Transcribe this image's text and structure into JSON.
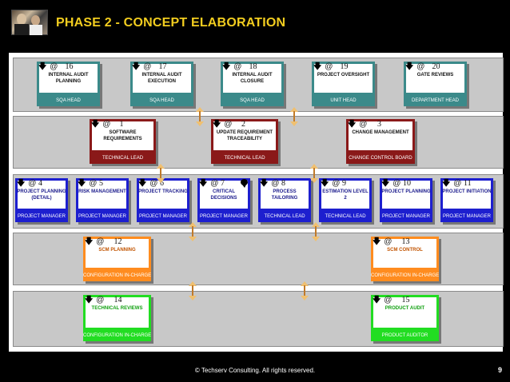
{
  "title": "PHASE 2 - CONCEPT ELABORATION",
  "footer": "© Techserv Consulting.  All rights reserved.",
  "page_number": "9",
  "colors": {
    "title": "#f2cd1f",
    "teal": "#3b8a8a",
    "maroon": "#8a1919",
    "blue": "#1d1fcf",
    "orange": "#ff8c1f",
    "green": "#22dd22",
    "band": "#c8c8c8"
  },
  "cards": {
    "c16": {
      "num": "16",
      "name": "INTERNAL AUDIT PLANNING",
      "role": "SQA HEAD"
    },
    "c17": {
      "num": "17",
      "name": "INTERNAL AUDIT EXECUTION",
      "role": "SQA HEAD"
    },
    "c18": {
      "num": "18",
      "name": "INTERNAL AUDIT CLOSURE",
      "role": "SQA HEAD"
    },
    "c19": {
      "num": "19",
      "name": "PROJECT OVERSIGHT",
      "role": "UNIT HEAD"
    },
    "c20": {
      "num": "20",
      "name": "GATE REVIEWS",
      "role": "DEPARTMENT HEAD"
    },
    "c1": {
      "num": "1",
      "name": "SOFTWARE REQUIREMENTS",
      "role": "TECHNICAL LEAD"
    },
    "c2": {
      "num": "2",
      "name": "UPDATE REQUIREMENT TRACEABILITY",
      "role": "TECHNICAL LEAD"
    },
    "c3": {
      "num": "3",
      "name": "CHANGE MANAGEMENT",
      "role": "CHANGE CONTROL BOARD"
    },
    "c4": {
      "num": "4",
      "name": "PROJECT PLANNING (DETAIL)",
      "role": "PROJECT MANAGER"
    },
    "c5": {
      "num": "5",
      "name": "RISK MANAGEMENT",
      "role": "PROJECT MANAGER"
    },
    "c6": {
      "num": "6",
      "name": "PROJECT TRACKING",
      "role": "PROJECT MANAGER"
    },
    "c7": {
      "num": "7",
      "name": "CRITICAL DECISIONS",
      "role": "PROJECT MANAGER"
    },
    "c8": {
      "num": "8",
      "name": "PROCESS TAILORING",
      "role": "TECHNICAL LEAD"
    },
    "c9": {
      "num": "9",
      "name": "ESTIMATION LEVEL 2",
      "role": "TECHNICAL LEAD"
    },
    "c10": {
      "num": "10",
      "name": "PROJECT PLANNING",
      "role": "PROJECT MANAGER"
    },
    "c11": {
      "num": "11",
      "name": "PROJECT INITIATION",
      "role": "PROJECT MANAGER"
    },
    "c12": {
      "num": "12",
      "name": "SCM PLANNING",
      "role": "CONFIGURATION IN-CHARGE"
    },
    "c13": {
      "num": "13",
      "name": "SCM CONTROL",
      "role": "CONFIGURATION IN-CHARGE"
    },
    "c14": {
      "num": "14",
      "name": "TECHNICAL REVIEWS",
      "role": "CONFIGURATION IN-CHARGE"
    },
    "c15": {
      "num": "15",
      "name": "PRODUCT AUDIT",
      "role": "PRODUCT AUDITOR"
    }
  },
  "icons": {
    "arrow": "down-arrow-icon",
    "at": "at-sign-icon",
    "bubble": "speech-bubble-icon"
  }
}
